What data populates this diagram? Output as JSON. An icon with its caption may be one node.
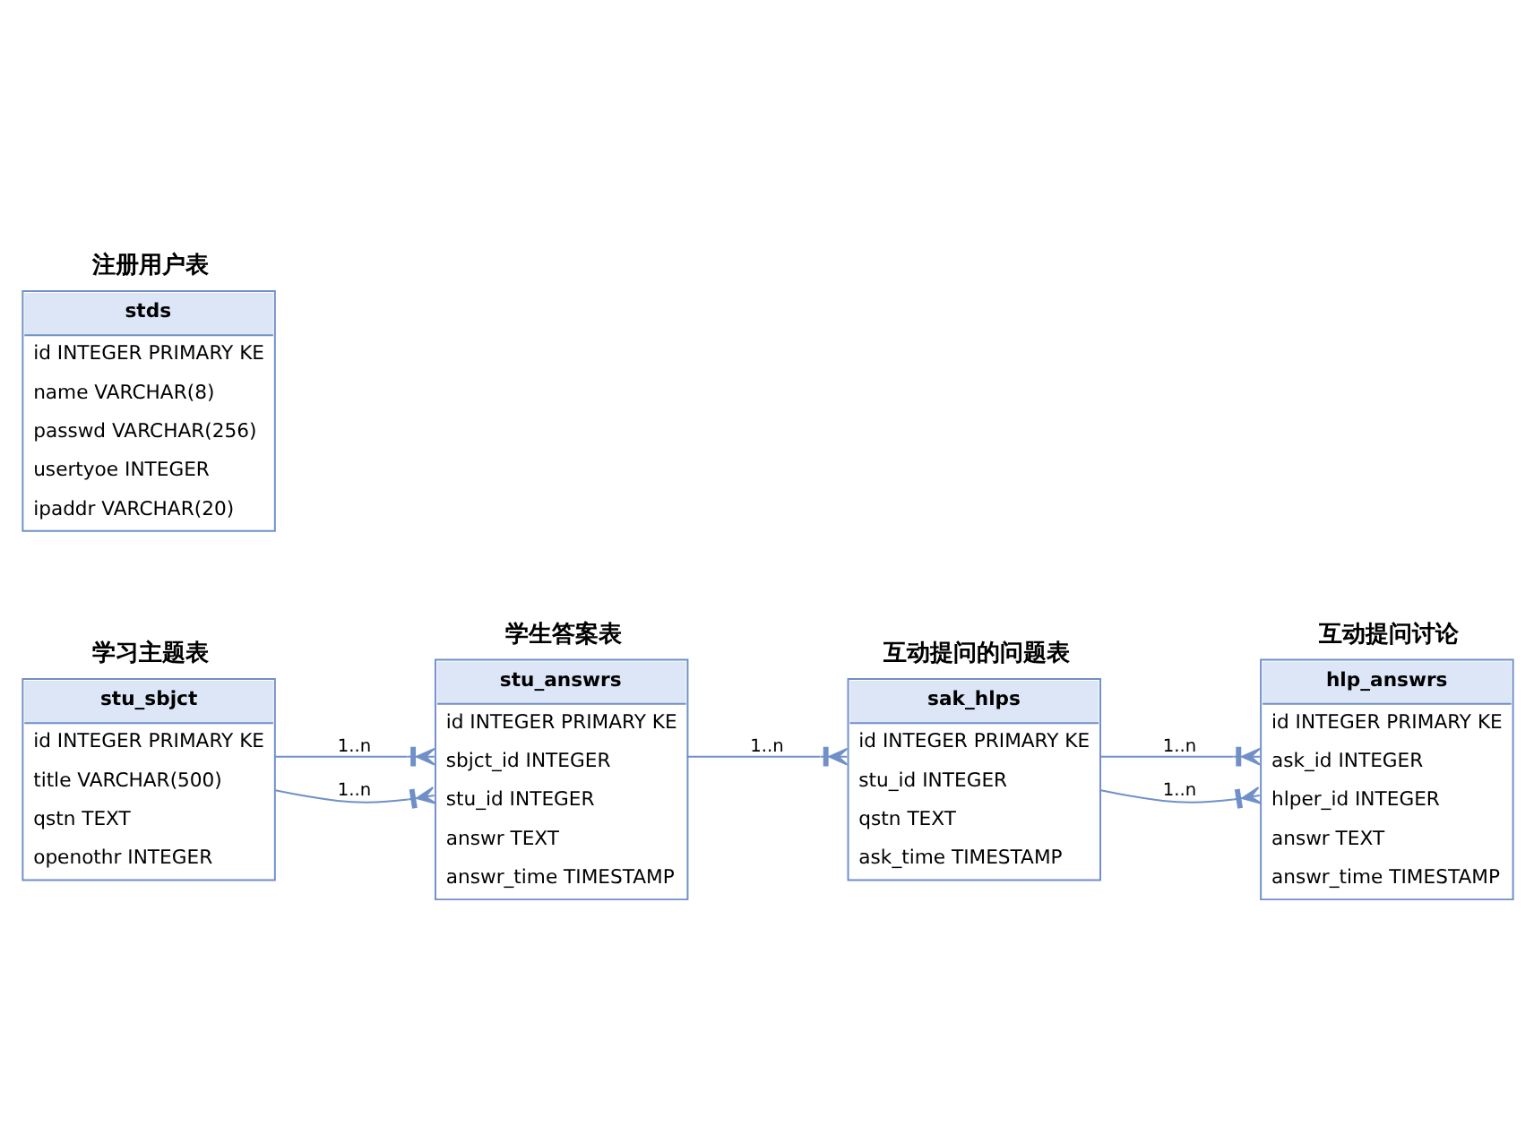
{
  "diagram": {
    "nodes": [
      {
        "text": [
          "学习主题表",
          "stu_sbjct",
          "id INTEGER PRIMARY KE",
          "title VARCHAR(500)",
          "qstn TEXT",
          "openothr INTEGER"
        ]
      },
      {
        "text": [
          "学生答案表",
          "stu_answrs",
          "id INTEGER PRIMARY KE",
          "sbjct_id INTEGER",
          "stu_id INTEGER",
          "answr TEXT",
          "answr_time TIMESTAMP"
        ]
      },
      {
        "text": [
          "互动提问的问题表",
          "sak_hlps",
          "id INTEGER PRIMARY KE",
          "stu_id INTEGER",
          "qstn TEXT",
          "ask_time TIMESTAMP"
        ]
      },
      {
        "text": [
          "注册用户表",
          "stds",
          "id INTEGER PRIMARY KE",
          "name VARCHAR(8)",
          "passwd VARCHAR(256)",
          "usertyoe INTEGER",
          "ipaddr VARCHAR(20)"
        ]
      },
      {
        "text": [
          "互动提问讨论",
          "hlp_answrs",
          "id INTEGER PRIMARY KE",
          "ask_id INTEGER",
          "hlper_id INTEGER",
          "answr TEXT",
          "answr_time TIMESTAMP"
        ]
      }
    ],
    "edges": [
      {
        "from": 0,
        "to": 1,
        "arrow": "other",
        "label": "1..n"
      },
      {
        "from": 0,
        "to": 1,
        "arrow": "other",
        "label": "1..n"
      },
      {
        "from": 1,
        "to": 2,
        "arrow": "other",
        "label": "1..n"
      },
      {
        "from": 2,
        "to": 4,
        "arrow": "other",
        "label": "1..n"
      },
      {
        "from": 2,
        "to": 4,
        "arrow": "other",
        "label": "1..n"
      }
    ]
  }
}
